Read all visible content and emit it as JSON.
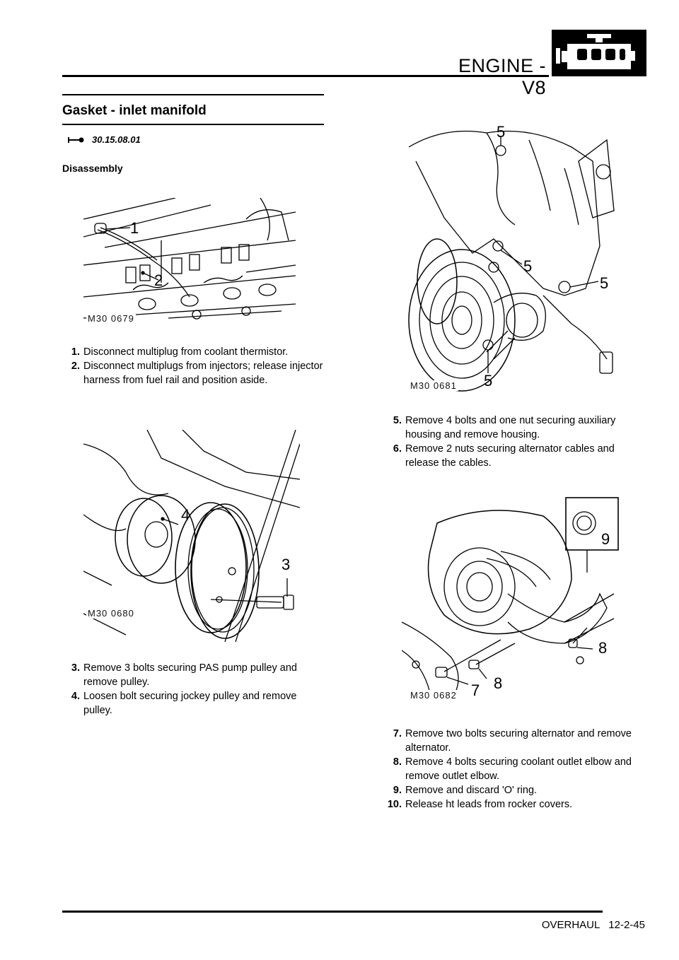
{
  "header": {
    "title": "ENGINE - V8",
    "badge_icon": "engine-icon"
  },
  "section": {
    "title": "Gasket - inlet manifold",
    "op_code": "30.15.08.01",
    "op_icon": "operation-arrow-icon",
    "subheading": "Disassembly"
  },
  "figures": {
    "fig1": {
      "label": "M30 0679",
      "callouts": [
        "1",
        "2"
      ]
    },
    "fig2": {
      "label": "M30 0680",
      "callouts": [
        "4",
        "3"
      ]
    },
    "fig3": {
      "label": "M30 0681",
      "callouts": [
        "5",
        "5",
        "5",
        "5"
      ]
    },
    "fig4": {
      "label": "M30 0682",
      "callouts": [
        "9",
        "8",
        "7",
        "8"
      ]
    }
  },
  "steps": [
    {
      "num": "1.",
      "text": "Disconnect multiplug from coolant thermistor."
    },
    {
      "num": "2.",
      "text": "Disconnect multiplugs from injectors; release injector harness from fuel rail and position aside."
    },
    {
      "num": "3.",
      "text": "Remove 3 bolts securing PAS pump pulley  and remove pulley."
    },
    {
      "num": "4.",
      "text": "Loosen bolt securing jockey pulley and remove pulley."
    },
    {
      "num": "5.",
      "text": "Remove 4 bolts and one nut securing  auxiliary housing and remove housing."
    },
    {
      "num": "6.",
      "text": "Remove 2 nuts securing alternator cables and release the cables."
    },
    {
      "num": "7.",
      "text": "Remove two bolts securing alternator and remove alternator."
    },
    {
      "num": "8.",
      "text": "Remove 4 bolts securing coolant outlet elbow and remove outlet elbow."
    },
    {
      "num": "9.",
      "text": "Remove and discard 'O' ring."
    },
    {
      "num": "10.",
      "text": "Release ht leads from rocker covers."
    }
  ],
  "footer": {
    "text": "OVERHAUL   12-2-45"
  }
}
